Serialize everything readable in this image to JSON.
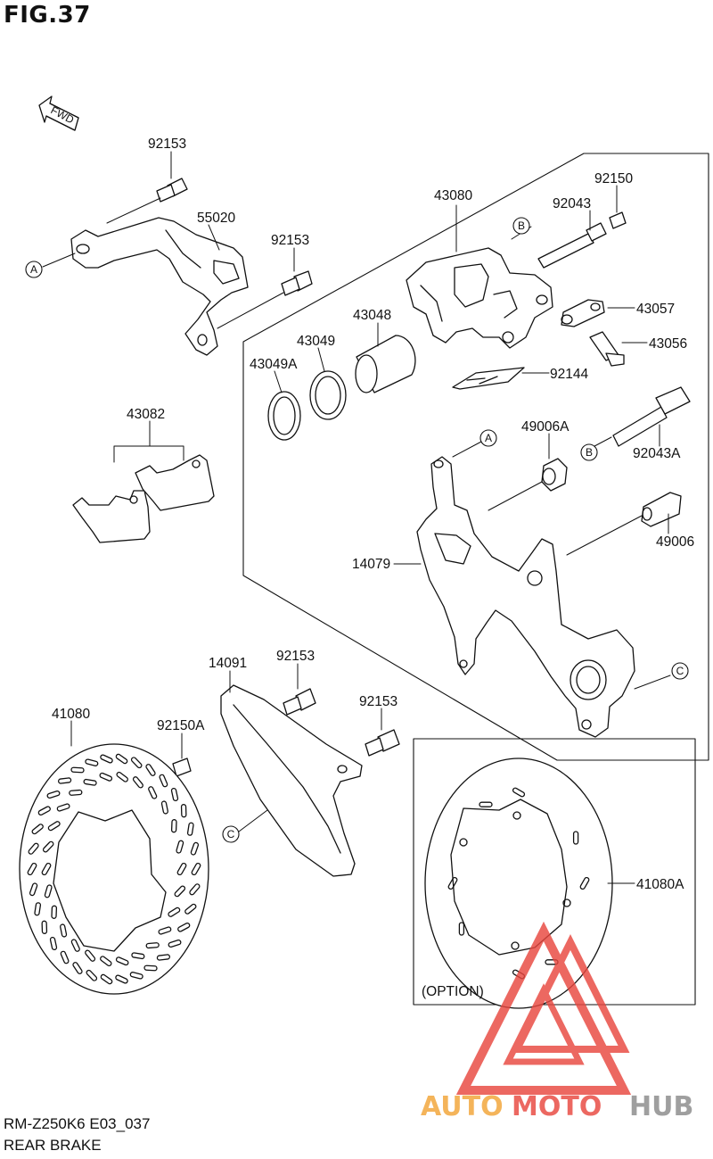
{
  "figure": {
    "title": "FIG.37",
    "code": "RM-Z250K6 E03_037",
    "name": "REAR BRAKE"
  },
  "fwd_label": "FWD",
  "option_label": "(OPTION)",
  "callout_letters": {
    "a": "A",
    "b": "B",
    "c": "C"
  },
  "parts": {
    "p92153_top": "92153",
    "p55020": "55020",
    "p92153_mid": "92153",
    "p43080": "43080",
    "p92150": "92150",
    "p92043": "92043",
    "p43057": "43057",
    "p43056": "43056",
    "p43048": "43048",
    "p43049": "43049",
    "p43049A": "43049A",
    "p92144": "92144",
    "p43082": "43082",
    "p49006A": "49006A",
    "p92043A": "92043A",
    "p49006": "49006",
    "p14079": "14079",
    "p14091": "14091",
    "p92153_guard1": "92153",
    "p92153_guard2": "92153",
    "p41080": "41080",
    "p92150A": "92150A",
    "p41080A": "41080A"
  },
  "watermark": {
    "part1": "AUTO",
    "part2": "MOTO",
    "part3": "HUB"
  },
  "colors": {
    "line": "#111111",
    "watermark_red": "#e8473f",
    "watermark_orange": "#f2a437",
    "watermark_gray": "#8a8a8a"
  }
}
